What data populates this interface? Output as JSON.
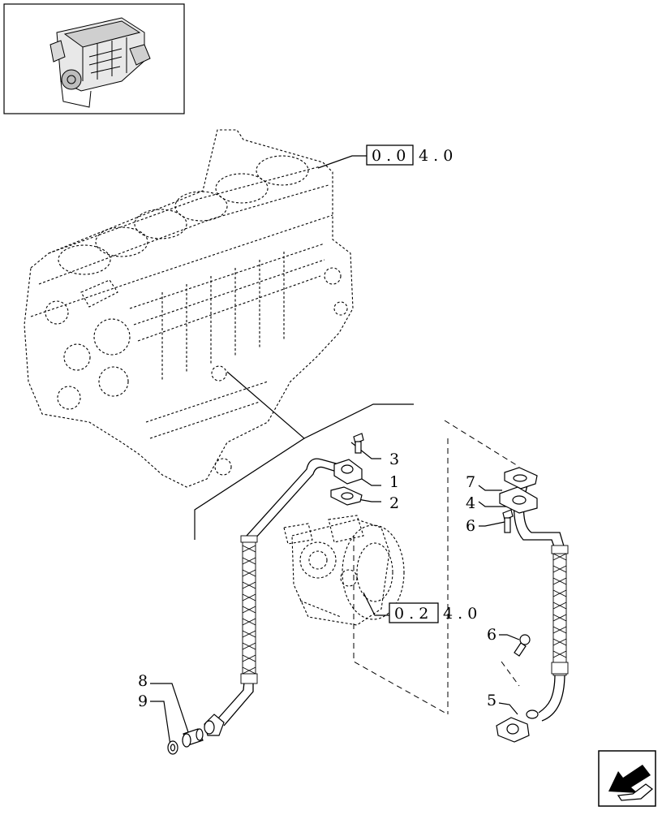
{
  "references": [
    {
      "boxed": "0 . 0",
      "rest": "4 . 0"
    },
    {
      "boxed": "0 . 2",
      "rest": "4 . 0"
    }
  ],
  "callouts": [
    "1",
    "2",
    "3",
    "4",
    "5",
    "6",
    "6",
    "7",
    "8",
    "9"
  ],
  "icons": {
    "thumbnail": "engine-thumbnail-icon",
    "navigation": "back-arrow-icon"
  },
  "colors": {
    "line": "#000000",
    "background": "#ffffff"
  }
}
